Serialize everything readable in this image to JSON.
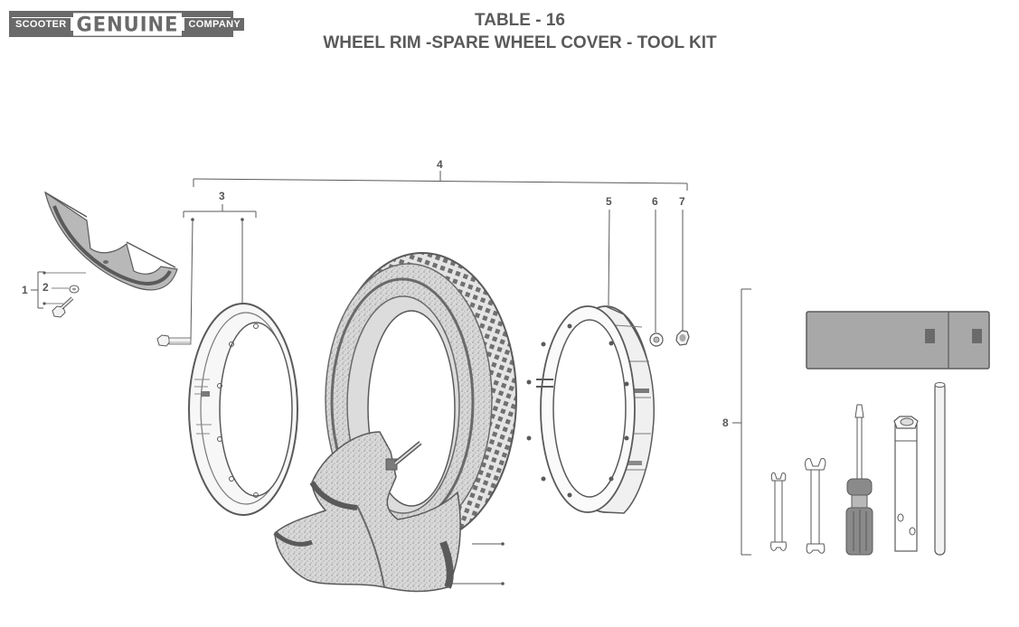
{
  "logo": {
    "left": "SCOOTER",
    "center": "GENUINE",
    "right": "COMPANY"
  },
  "header": {
    "table_label": "TABLE - 16",
    "subtitle": "WHEEL RIM -SPARE  WHEEL COVER - TOOL KIT"
  },
  "callouts": {
    "c1": "1",
    "c2": "2",
    "c3": "3",
    "c4": "4",
    "c5": "5",
    "c6": "6",
    "c7": "7",
    "c8": "8"
  },
  "parts": [
    {
      "ref": "1",
      "name": "spare-wheel-cover"
    },
    {
      "ref": "2",
      "name": "washer-and-bolt"
    },
    {
      "ref": "3",
      "name": "inner-rim-half-with-bolt"
    },
    {
      "ref": "4",
      "name": "complete-wheel-assembly"
    },
    {
      "ref": "5",
      "name": "outer-rim-half"
    },
    {
      "ref": "6",
      "name": "washer"
    },
    {
      "ref": "7",
      "name": "nut"
    },
    {
      "ref": "8",
      "name": "tool-kit"
    }
  ],
  "colors": {
    "ink": "#5a5a5a",
    "shade": "#8a8a8a",
    "light_shade": "#bdbdbd",
    "paper": "#ffffff"
  }
}
